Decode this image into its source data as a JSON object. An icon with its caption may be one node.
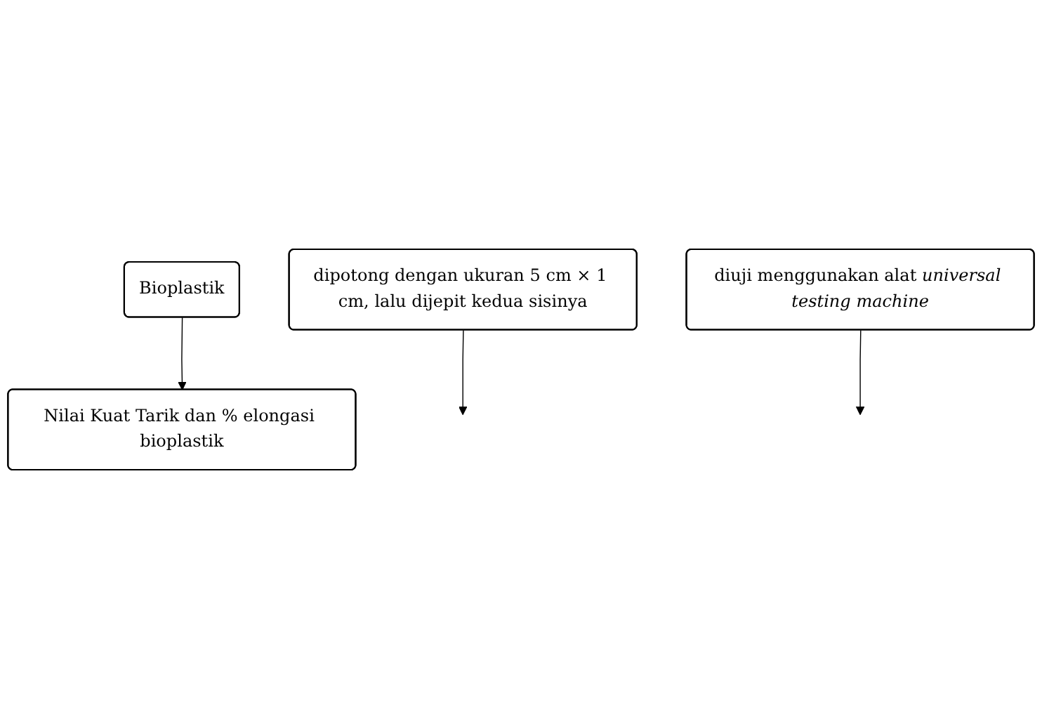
{
  "diagram": {
    "nodes": [
      {
        "text": [
          "Bioplastik"
        ]
      },
      {
        "text": [
          "Nilai Kuat Tarik dan % elongasi bioplastik"
        ]
      },
      {
        "text": [
          "dipotong dengan ukuran 5 cm × 1 cm, lalu dijepit kedua sisinya"
        ]
      },
      {
        "text": [
          "diuji menggunakan alat *universal testing machine*"
        ]
      }
    ],
    "edges": [
      {
        "from": 0,
        "to": 1,
        "arrow": "to"
      },
      {
        "from": 2,
        "to": null,
        "arrow": "to"
      },
      {
        "from": 3,
        "to": null,
        "arrow": "to"
      }
    ]
  }
}
